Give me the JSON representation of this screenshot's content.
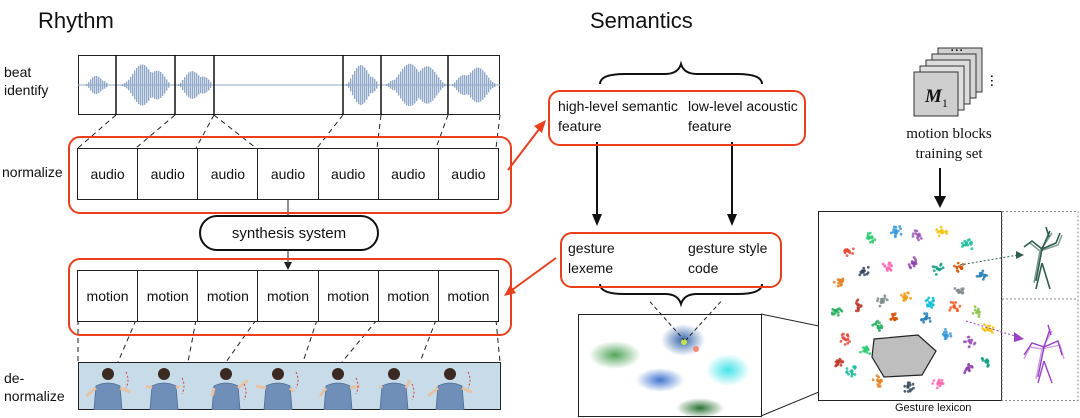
{
  "left": {
    "title": "Rhythm",
    "labels": {
      "beat": "beat identify",
      "normalize": "normalize",
      "denormalize": "de-normalize"
    },
    "audio_cells": [
      "audio",
      "audio",
      "audio",
      "audio",
      "audio",
      "audio",
      "audio"
    ],
    "motion_cells": [
      "motion",
      "motion",
      "motion",
      "motion",
      "motion",
      "motion",
      "motion"
    ],
    "synthesis": "synthesis system"
  },
  "right": {
    "title": "Semantics",
    "features": {
      "high": "high-level semantic feature",
      "low": "low-level acoustic feature"
    },
    "outputs": {
      "lexeme": "gesture lexeme",
      "style": "gesture style code"
    },
    "motion_block_symbol": "M",
    "motion_block_subscript": "1",
    "ellipsis": "...",
    "motion_blocks_label": "motion blocks training set",
    "lexicon_caption": "Gesture lexicon"
  },
  "colors": {
    "accent": "#e8401f",
    "wave": "#8fa8c8",
    "photo_bg": "#c8dbe8"
  }
}
